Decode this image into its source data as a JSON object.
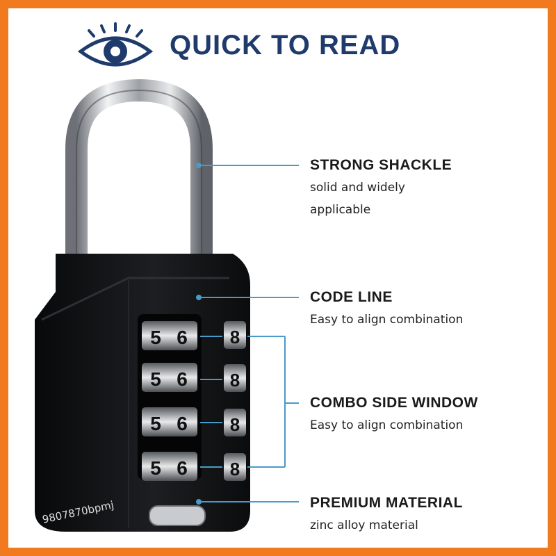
{
  "header": {
    "title": "QUICK TO READ",
    "icon": "eye-icon"
  },
  "colors": {
    "border": "#f07a1d",
    "title": "#1f3b6b",
    "leader_line": "#4a9ac9",
    "lock_body": "#151618",
    "shackle": "#c9ccd0"
  },
  "lock": {
    "dial_digits": [
      "5",
      "6"
    ],
    "side_digit": "8",
    "dial_rows": 4
  },
  "features": [
    {
      "title": "STRONG SHACKLE",
      "desc": "solid and widely applicable"
    },
    {
      "title": "CODE LINE",
      "desc": "Easy to align combination"
    },
    {
      "title": "COMBO SIDE WINDOW",
      "desc": "Easy to align combination"
    },
    {
      "title": "PREMIUM MATERIAL",
      "desc": "zinc alloy material"
    }
  ],
  "watermark": "9807870bpmj"
}
